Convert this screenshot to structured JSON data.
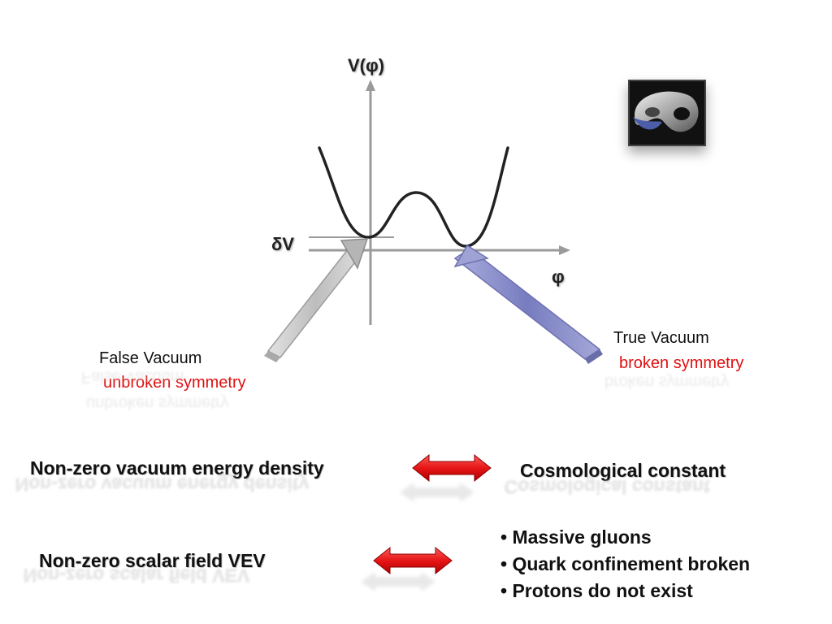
{
  "diagram": {
    "y_axis_label": "V(φ)",
    "x_axis_label": "φ",
    "delta_v_label": "δV",
    "false_vacuum": {
      "title": "False Vacuum",
      "subtitle": "unbroken symmetry"
    },
    "true_vacuum": {
      "title": "True Vacuum",
      "subtitle": "broken symmetry"
    },
    "icon": "torus-cutaway-icon"
  },
  "relations": [
    {
      "left": "Non-zero vacuum energy density",
      "right": "Cosmological constant"
    },
    {
      "left": "Non-zero scalar field VEV",
      "right_items": [
        "• Massive gluons",
        "• Quark confinement broken",
        "• Protons do not exist"
      ]
    }
  ],
  "colors": {
    "arrow_red": "#e51616",
    "red_text": "#e01010",
    "curve": "#222222",
    "axis_gray": "#9a9a9a",
    "false_pointer": "#cfcfcf",
    "true_pointer": "#8a8fc7"
  }
}
